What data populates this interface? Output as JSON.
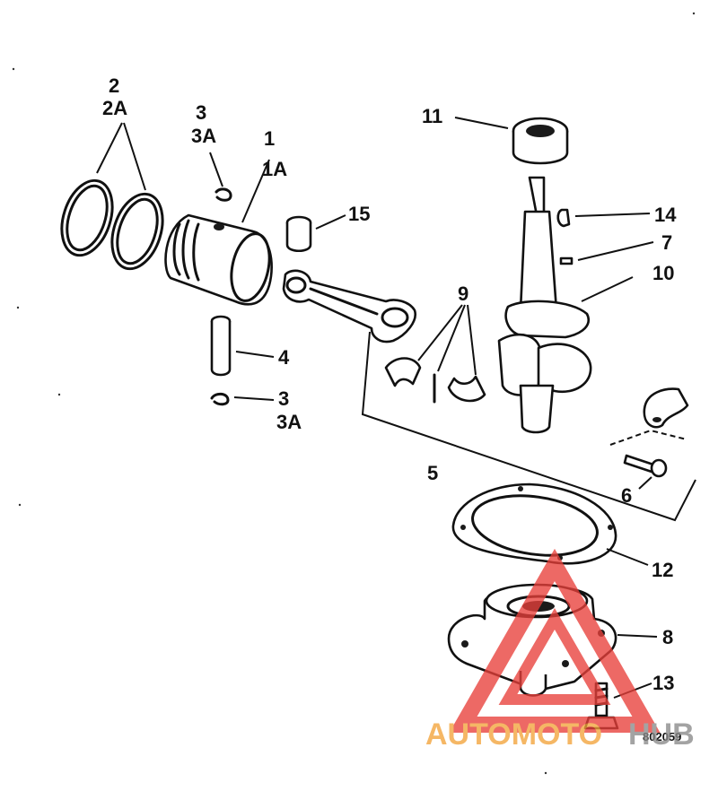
{
  "callouts": {
    "c2": "2",
    "c2a": "2A",
    "c3_top": "3",
    "c3a_top": "3A",
    "c1": "1",
    "c1a": "1A",
    "c15": "15",
    "c11": "11",
    "c14": "14",
    "c7": "7",
    "c10": "10",
    "c9": "9",
    "c4": "4",
    "c3_bot": "3",
    "c3a_bot": "3A",
    "c5": "5",
    "c6": "6",
    "c12": "12",
    "c8": "8",
    "c13": "13"
  },
  "figure_code": "802059",
  "watermark": {
    "part1": "AUTOMOTO",
    "part2": "HUB",
    "color_red": "#e8403a",
    "color_orange": "#f3a33a",
    "color_gray": "#8a8a8a"
  }
}
